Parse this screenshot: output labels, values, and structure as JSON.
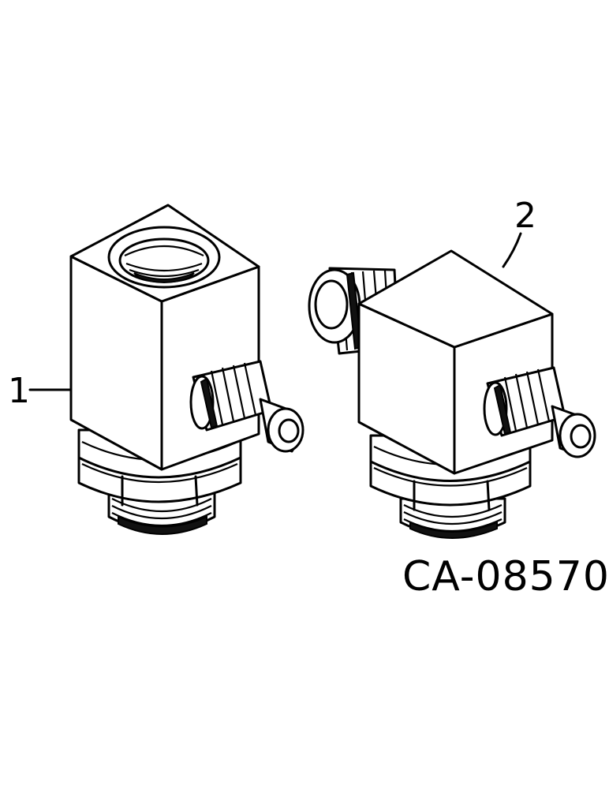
{
  "callouts": {
    "part_1": "1",
    "part_2": "2"
  },
  "figure_code": "CA-08570"
}
